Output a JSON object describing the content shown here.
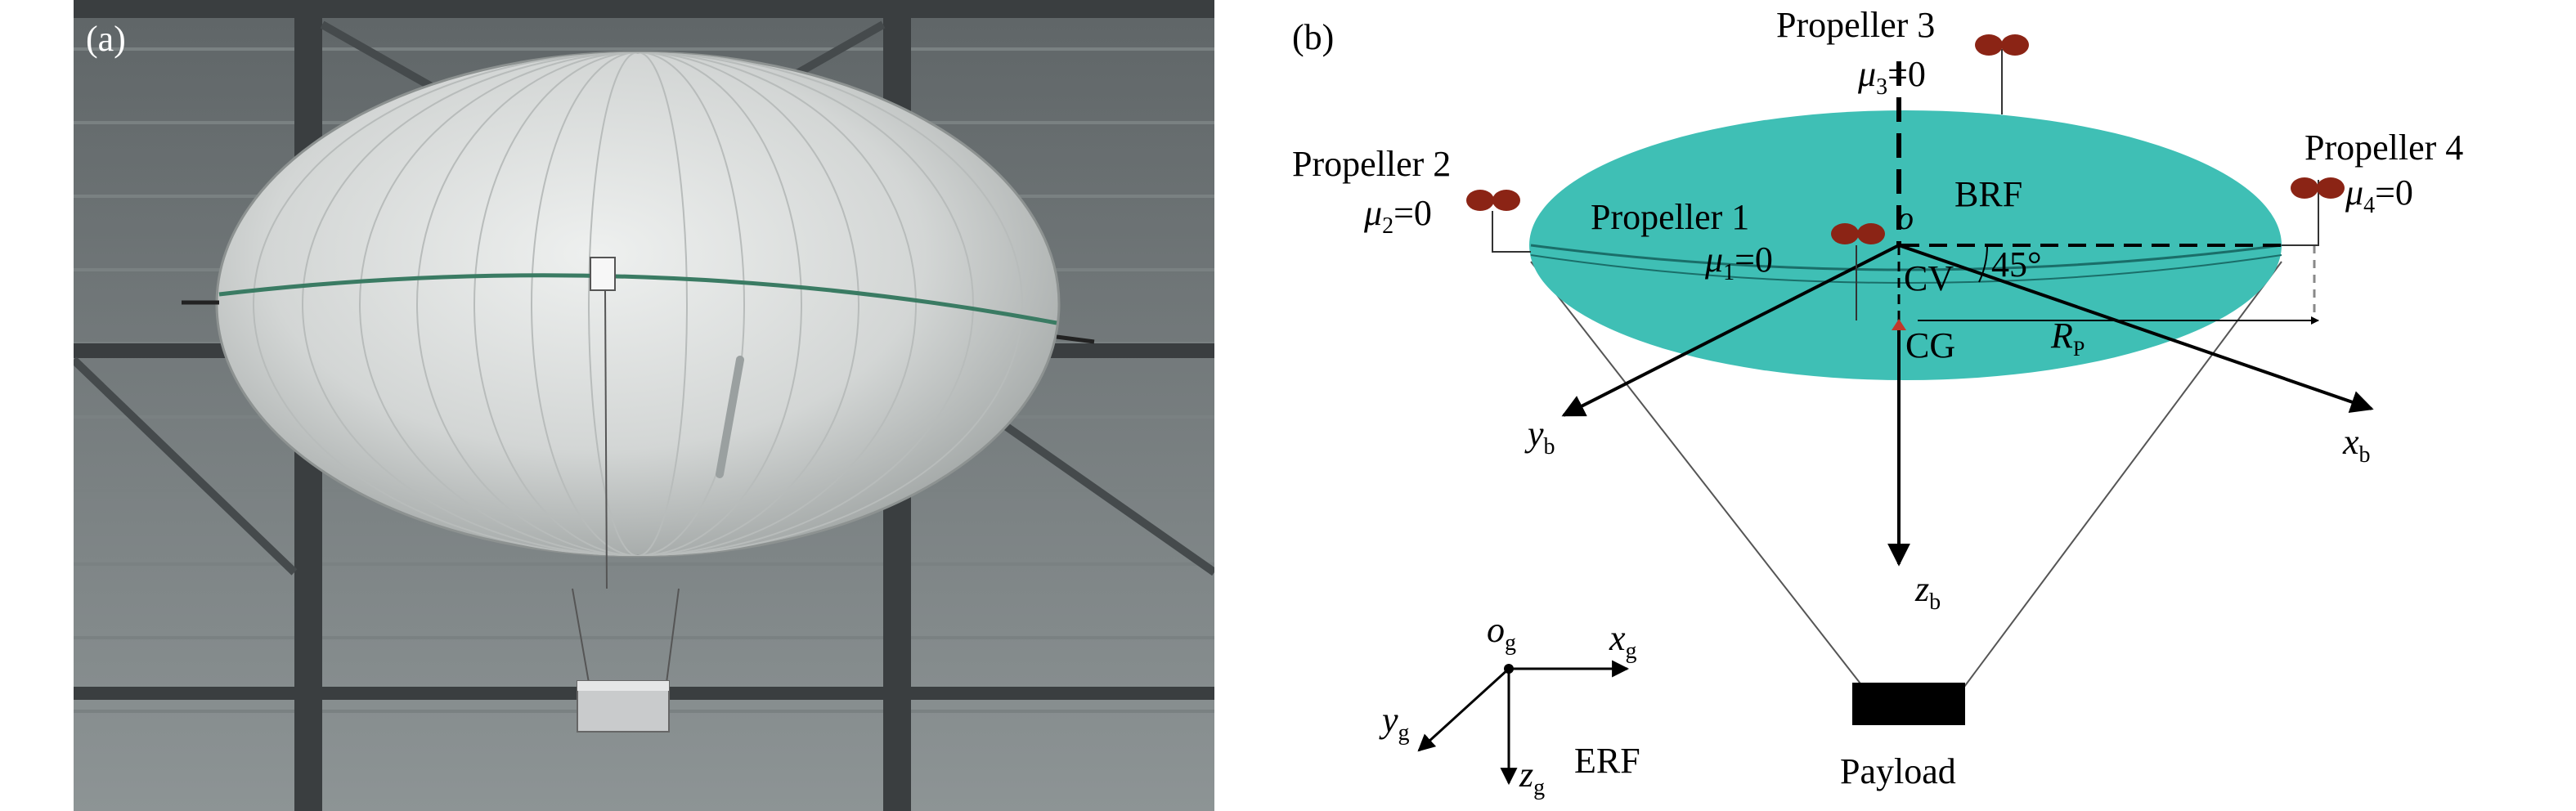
{
  "panel_a": {
    "label": "(a)"
  },
  "panel_b": {
    "label": "(b)",
    "propellers": [
      {
        "name": "Propeller 1",
        "mu_sym": "μ",
        "mu_sub": "1",
        "mu_val": "=0"
      },
      {
        "name": "Propeller 2",
        "mu_sym": "μ",
        "mu_sub": "2",
        "mu_val": "=0"
      },
      {
        "name": "Propeller 3",
        "mu_sym": "μ",
        "mu_sub": "3",
        "mu_val": "=0"
      },
      {
        "name": "Propeller 4",
        "mu_sym": "μ",
        "mu_sub": "4",
        "mu_val": "=0"
      }
    ],
    "body_frame": {
      "name": "BRF",
      "origin": "o",
      "cv": "CV",
      "cg": "CG",
      "angle": "45°",
      "radius_main": "R",
      "radius_sub": "P",
      "x_main": "x",
      "x_sub": "b",
      "y_main": "y",
      "y_sub": "b",
      "z_main": "z",
      "z_sub": "b"
    },
    "earth_frame": {
      "name": "ERF",
      "origin_main": "o",
      "origin_sub": "g",
      "x_main": "x",
      "x_sub": "g",
      "y_main": "y",
      "y_sub": "g",
      "z_main": "z",
      "z_sub": "g"
    },
    "payload": "Payload",
    "colors": {
      "envelope": "#3fbfb5",
      "propeller": "#8b2415",
      "line": "#000000"
    }
  }
}
